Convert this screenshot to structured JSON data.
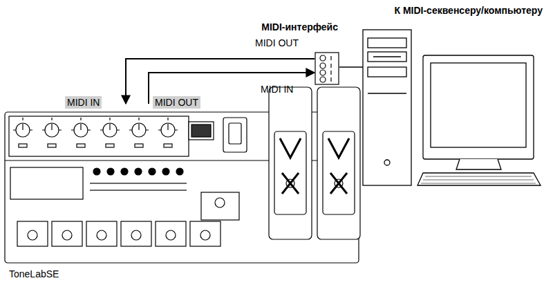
{
  "diagram": {
    "nodes": [
      {
        "text": [
          "ToneLabSE"
        ]
      },
      {
        "text": [
          "MIDI-интерфейс"
        ]
      },
      {
        "text": [
          "К MIDI-секвенсеру/компьютеру"
        ]
      }
    ],
    "edges": [
      {
        "from": 1,
        "to": 0,
        "arrow": "to"
      },
      {
        "from": 0,
        "to": 1,
        "arrow": "to"
      },
      {
        "from": 1,
        "to": 2,
        "arrow": "none"
      }
    ],
    "labels": [
      "MIDI OUT",
      "MIDI IN",
      "MIDI IN",
      "MIDI OUT"
    ]
  }
}
